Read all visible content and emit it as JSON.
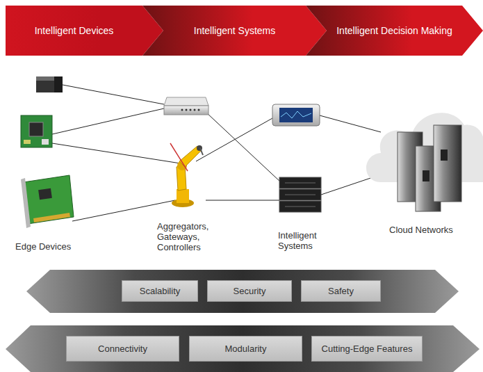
{
  "diagram": {
    "nodes": [
      {
        "text": [
          "Intelligent Devices"
        ]
      },
      {
        "text": [
          "Intelligent Systems"
        ]
      },
      {
        "text": [
          "Intelligent Decision Making"
        ]
      },
      {
        "text": [
          "Scalability"
        ]
      },
      {
        "text": [
          "Security"
        ]
      },
      {
        "text": [
          "Safety"
        ]
      },
      {
        "text": [
          "Connectivity"
        ]
      },
      {
        "text": [
          "Modularity"
        ]
      },
      {
        "text": [
          "Cutting-Edge Features"
        ]
      }
    ],
    "edges": [],
    "labels": [
      "Edge Devices",
      "Aggregators, Gateways, Controllers",
      "Intelligent Systems",
      "Cloud Networks"
    ]
  }
}
